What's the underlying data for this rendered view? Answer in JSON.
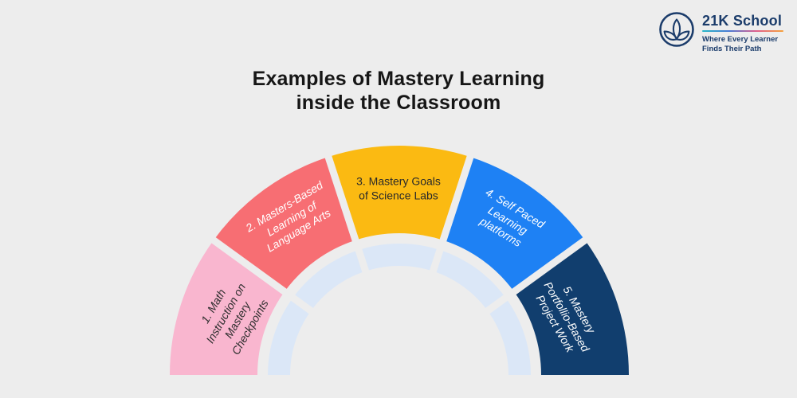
{
  "page": {
    "background_color": "#ededed"
  },
  "logo": {
    "brand": "21K School",
    "tagline": "Where Every Learner\nFinds Their Path",
    "brand_color": "#1b3c6b",
    "underline_gradient": [
      "#26b7c7",
      "#4a79d4",
      "#e0608c",
      "#f6a23b"
    ]
  },
  "title": {
    "text": "Examples of Mastery Learning\ninside the Classroom",
    "color": "#161616"
  },
  "diagram": {
    "type": "semicircular-donut-5-segments",
    "inner_ring_color": "#dbe7f7",
    "gap_color": "#ededed",
    "segments": [
      {
        "label": "1. Math\nInstruction on\nMastery\nCheckpoints",
        "color": "#f9b6cf",
        "label_color": "#2d2d2d"
      },
      {
        "label": "2. Masters-Based\nLearning of\nLanguage Arts",
        "color": "#f76e73",
        "label_color": "#ffffff"
      },
      {
        "label": "3. Mastery Goals\nof Science Labs",
        "color": "#fbba12",
        "label_color": "#2a2a2a"
      },
      {
        "label": "4. Self Paced\nLearning\nplatforms",
        "color": "#1e81f4",
        "label_color": "#ffffff"
      },
      {
        "label": "5. Mastery\nPortfollio-Based\nProject Work",
        "color": "#113e6e",
        "label_color": "#ffffff"
      }
    ]
  }
}
